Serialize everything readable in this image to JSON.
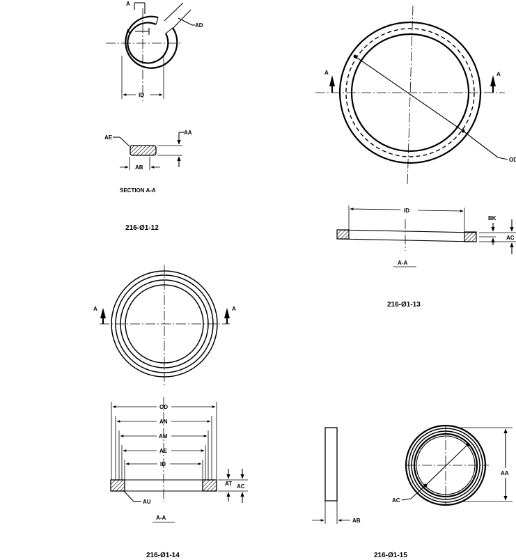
{
  "fig12": {
    "labels": {
      "a_top": "A",
      "a_mid": "A",
      "ad": "AD",
      "id": "ID",
      "ae": "AE",
      "aa": "AA",
      "ab": "AB"
    },
    "section_label": "SECTION A-A",
    "caption": "216-Ø1-12"
  },
  "fig13": {
    "labels": {
      "a_left": "A",
      "a_right": "A",
      "od": "OD",
      "id": "ID",
      "bk": "BK",
      "ac": "AC"
    },
    "section_label": "A-A",
    "caption": "216-Ø1-13"
  },
  "fig14": {
    "labels": {
      "a_left": "A",
      "a_right": "A",
      "od": "OD",
      "an": "AN",
      "am": "AM",
      "ae": "AE",
      "id": "ID",
      "at": "AT",
      "ac": "AC",
      "au": "AU"
    },
    "section_label": "A-A",
    "caption": "216-Ø1-14"
  },
  "fig15": {
    "labels": {
      "aa": "AA",
      "ac": "AC",
      "ab": "AB"
    },
    "caption": "216-Ø1-15"
  }
}
